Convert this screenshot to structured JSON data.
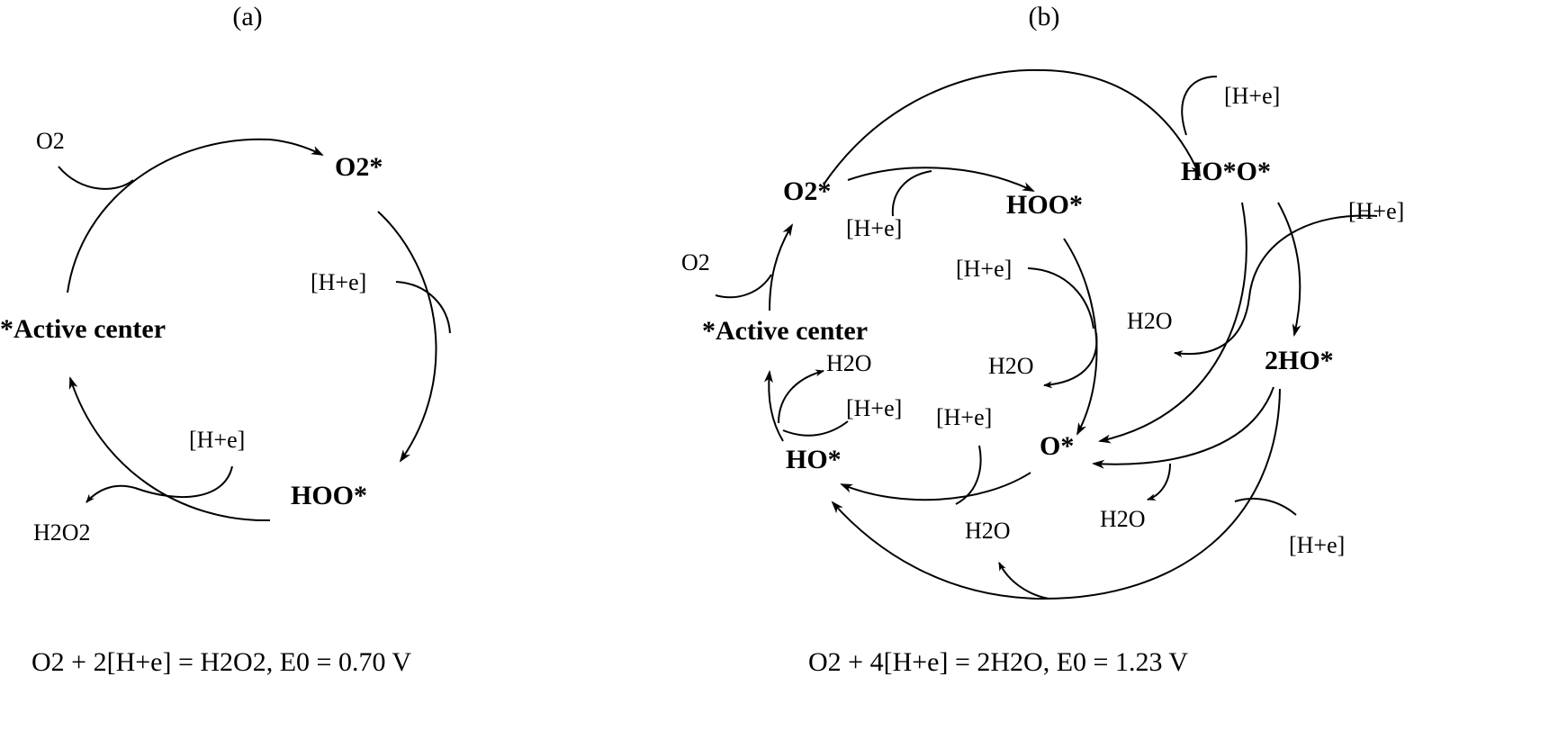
{
  "panel_a": {
    "caption": "(a)",
    "o2_in": "O2",
    "o2_star": "O2*",
    "he_1": "[H+e]",
    "active_center": "*Active center",
    "he_2": "[H+e]",
    "hoo_star": "HOO*",
    "h2o2_out": "H2O2",
    "equation": "O2 + 2[H+e] = H2O2, E0 = 0.70 V"
  },
  "panel_b": {
    "caption": "(b)",
    "he_top": "[H+e]",
    "hooo_star": "HO*O*",
    "o2_star": "O2*",
    "hoo_star": "HOO*",
    "he_o2": "[H+e]",
    "he_right": "[H+e]",
    "o2_in": "O2",
    "he_hoo": "[H+e]",
    "active_center": "*Active center",
    "h2o_right": "H2O",
    "two_ho_star": "2HO*",
    "h2o_left": "H2O",
    "h2o_mid": "H2O",
    "he_ho": "[H+e]",
    "he_o": "[H+e]",
    "o_star": "O*",
    "ho_star": "HO*",
    "h2o_bottom_right": "H2O",
    "h2o_bottom": "H2O",
    "he_bottom": "[H+e]",
    "equation": "O2 + 4[H+e] = 2H2O, E0 = 1.23 V"
  }
}
